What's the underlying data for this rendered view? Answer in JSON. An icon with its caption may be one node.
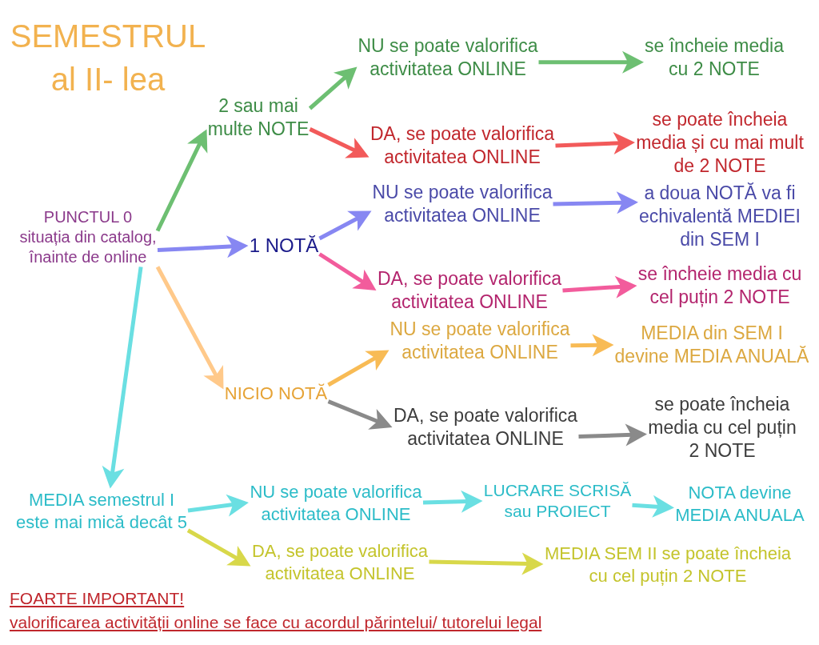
{
  "diagram": {
    "title": "SEMESTRUL al II- lea",
    "nodes": [
      {
        "text": [
          "PUNCTUL 0 situația din catalog, înainte de online"
        ]
      },
      {
        "text": [
          "2 sau mai multe NOTE"
        ]
      },
      {
        "text": [
          "NU se poate valorifica activitatea ONLINE"
        ]
      },
      {
        "text": [
          "se încheie media cu 2 NOTE"
        ]
      },
      {
        "text": [
          "DA, se poate valorifica activitatea ONLINE"
        ]
      },
      {
        "text": [
          "se poate încheia media și cu mai mult de 2 NOTE"
        ]
      },
      {
        "text": [
          "1 NOTĂ"
        ]
      },
      {
        "text": [
          "NU se poate valorifica activitatea ONLINE"
        ]
      },
      {
        "text": [
          "a doua NOTĂ va fi echivalentă MEDIEI din SEM I"
        ]
      },
      {
        "text": [
          "DA, se poate valorifica activitatea ONLINE"
        ]
      },
      {
        "text": [
          "se încheie media cu cel puțin 2 NOTE"
        ]
      },
      {
        "text": [
          "NICIO NOTĂ"
        ]
      },
      {
        "text": [
          "NU se poate valorifica activitatea ONLINE"
        ]
      },
      {
        "text": [
          "MEDIA din SEM I devine MEDIA ANUALĂ"
        ]
      },
      {
        "text": [
          "DA, se poate valorifica activitatea ONLINE"
        ]
      },
      {
        "text": [
          "se poate încheia media cu cel puțin 2 NOTE"
        ]
      },
      {
        "text": [
          "MEDIA semestrul I este mai mică decât 5"
        ]
      },
      {
        "text": [
          "NU se poate valorifica activitatea ONLINE"
        ]
      },
      {
        "text": [
          "LUCRARE SCRISĂ sau PROIECT"
        ]
      },
      {
        "text": [
          "NOTA devine MEDIA ANUALA"
        ]
      },
      {
        "text": [
          "DA, se poate valorifica activitatea ONLINE"
        ]
      },
      {
        "text": [
          "MEDIA SEM II se poate încheia cu cel puțin 2 NOTE"
        ]
      }
    ],
    "edges": [
      {
        "from": 0,
        "to": 1,
        "arrow": "to",
        "color": "#6dbf72"
      },
      {
        "from": 0,
        "to": 6,
        "arrow": "to",
        "color": "#8787f2"
      },
      {
        "from": 0,
        "to": 11,
        "arrow": "to",
        "color": "#ffc98a"
      },
      {
        "from": 0,
        "to": 16,
        "arrow": "to",
        "color": "#6adfe2"
      },
      {
        "from": 1,
        "to": 2,
        "arrow": "to",
        "color": "#6dbf72"
      },
      {
        "from": 1,
        "to": 4,
        "arrow": "to",
        "color": "#f25a5a"
      },
      {
        "from": 6,
        "to": 7,
        "arrow": "to",
        "color": "#8787f2"
      },
      {
        "from": 6,
        "to": 9,
        "arrow": "to",
        "color": "#f25c9c"
      },
      {
        "from": 11,
        "to": 12,
        "arrow": "to",
        "color": "#f8bb55"
      },
      {
        "from": 11,
        "to": 14,
        "arrow": "to",
        "color": "#8a8a8a"
      },
      {
        "from": 2,
        "to": 3,
        "arrow": "to",
        "color": "#6dbf72"
      },
      {
        "from": 4,
        "to": 5,
        "arrow": "to",
        "color": "#f25a5a"
      },
      {
        "from": 7,
        "to": 8,
        "arrow": "to",
        "color": "#8787f2"
      },
      {
        "from": 9,
        "to": 10,
        "arrow": "to",
        "color": "#f25c9c"
      },
      {
        "from": 12,
        "to": 13,
        "arrow": "to",
        "color": "#f8bb55"
      },
      {
        "from": 14,
        "to": 15,
        "arrow": "to",
        "color": "#8a8a8a"
      },
      {
        "from": 16,
        "to": 17,
        "arrow": "to",
        "color": "#6adfe2"
      },
      {
        "from": 17,
        "to": 18,
        "arrow": "to",
        "color": "#6adfe2"
      },
      {
        "from": 18,
        "to": 19,
        "arrow": "to",
        "color": "#6adfe2"
      },
      {
        "from": 16,
        "to": 20,
        "arrow": "to",
        "color": "#d8d84a"
      },
      {
        "from": 20,
        "to": 21,
        "arrow": "to",
        "color": "#d8d84a"
      }
    ],
    "labels": [
      "FOARTE IMPORTANT!",
      "valorificarea activității online se face cu acordul părintelui/ tutorelui legal"
    ]
  }
}
